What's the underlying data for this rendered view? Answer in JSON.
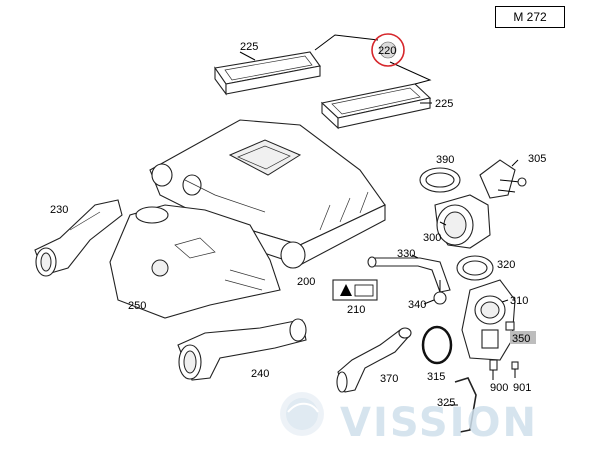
{
  "engine_code": "M 272",
  "watermark_text": "VISSION",
  "highlight_color": "#d6262b",
  "callouts": {
    "p225a": "225",
    "p225b": "225",
    "p220": "220",
    "p230": "230",
    "p250": "250",
    "p200": "200",
    "p210": "210",
    "p240": "240",
    "p390": "390",
    "p305": "305",
    "p300": "300",
    "p330": "330",
    "p320": "320",
    "p340": "340",
    "p310": "310",
    "p350": "350",
    "p315": "315",
    "p370": "370",
    "p900": "900",
    "p901": "901",
    "p325": "325"
  }
}
